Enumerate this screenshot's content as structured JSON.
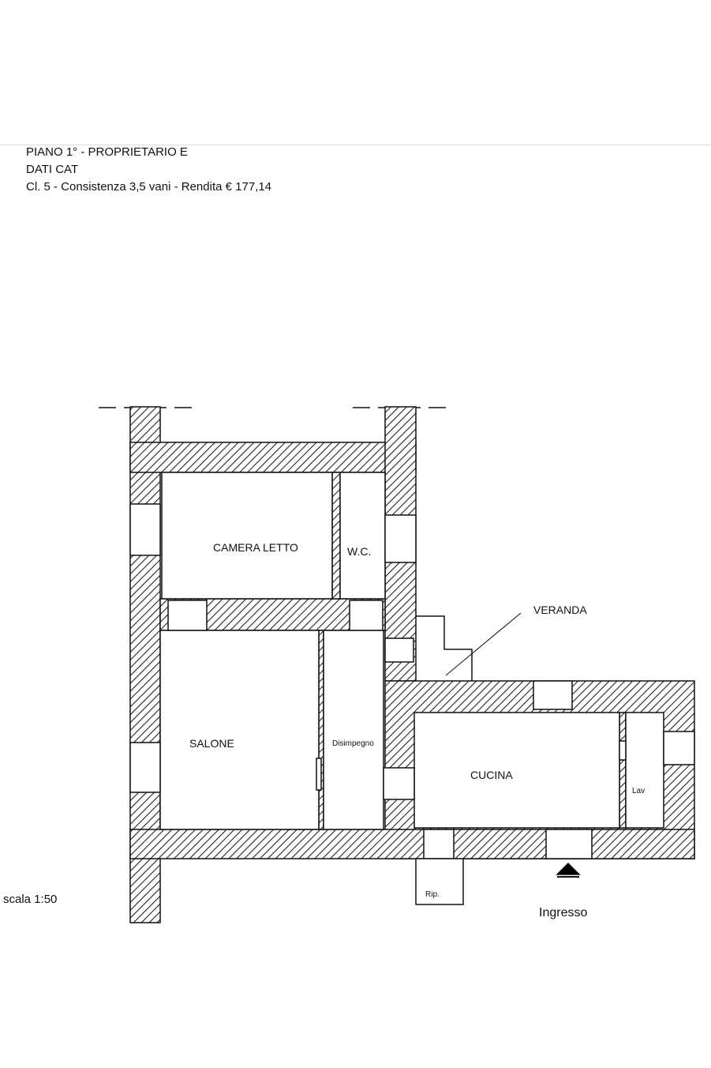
{
  "header": {
    "line1": "PIANO 1° - PROPRIETARIO E",
    "line2": "DATI CAT",
    "line3": "Cl. 5 - Consistenza 3,5 vani - Rendita € 177,14"
  },
  "rooms": {
    "camera_letto": "CAMERA LETTO",
    "wc": "W.C.",
    "veranda": "VERANDA",
    "salone": "SALONE",
    "disimpegno": "Disimpegno",
    "cucina": "CUCINA",
    "lav": "Lav",
    "rip": "Rip."
  },
  "entrance_label": "Ingresso",
  "scale_label": "scala 1:50"
}
